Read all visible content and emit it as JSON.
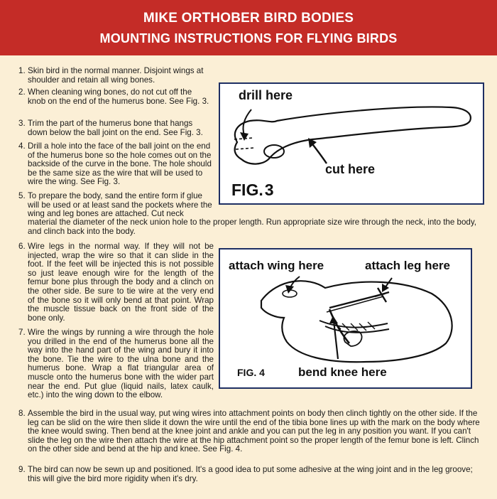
{
  "header": {
    "title": "MIKE ORTHOBER BIRD BODIES",
    "subtitle": "MOUNTING INSTRUCTIONS FOR FLYING BIRDS"
  },
  "steps": [
    {
      "num": "1.",
      "text": "Skin bird in the normal manner. Disjoint wings at shoulder and retain all wing bones."
    },
    {
      "num": "2.",
      "text": "When cleaning wing bones, do not cut off the knob on the end of the humerus bone. See Fig. 3."
    },
    {
      "num": "3.",
      "text": "Trim the part of the humerus bone that hangs down below the ball joint on the end. See Fig. 3."
    },
    {
      "num": "4.",
      "text": "Drill a hole into the face of the ball joint on the end of the humerus bone so the hole comes out on the backside of the curve in the bone. The hole should be the same size as the wire that will be used to wire the wing. See Fig. 3."
    },
    {
      "num": "5.",
      "text_a": "To prepare the body, sand the entire form if glue will be used or at least sand the pockets where the wing and leg bones are attached. Cut neck",
      "text_b": "material the diameter of the neck union hole to the proper length. Run appropriate size wire through the neck, into the body, and clinch back into the body."
    },
    {
      "num": "6.",
      "text": "Wire legs in the normal way. If they will not be injected, wrap the wire so that it can slide in the foot. If the feet will be injected this is not possible so just leave enough wire for the length of the femur bone plus through the body and a clinch on the other side. Be sure to tie wire at the very end of the bone so it will only bend at that point. Wrap the muscle tissue back on the front side of the bone only."
    },
    {
      "num": "7.",
      "text": "Wire the wings by running a wire through the hole you drilled in the end of the humerus bone all the way into the hand part of the wing and bury it into the bone. Tie the wire to the ulna bone and the humerus bone. Wrap a flat triangular area of muscle onto the humerus bone with the wider part near the end. Put glue (liquid nails, latex caulk, etc.) into the wing down to the elbow."
    },
    {
      "num": "8.",
      "text": "Assemble the bird in the usual way, put wing wires into attachment points on body then clinch tightly on the other side. If the leg can be slid on the wire then slide it down the wire until the end of the tibia bone lines up with the mark on the body where the knee would swing. Then bend at the knee joint and ankle and you can put the leg in any position you want. If you can't slide the leg on the wire then attach the wire at the hip attachment point so the proper length of the femur bone is left. Clinch on the other side and bend at the hip and knee. See Fig. 4."
    },
    {
      "num": "9.",
      "text": "The bird can now be sewn up and positioned. It's a good idea to put some adhesive at the wing joint and in the leg groove; this will give the bird more rigidity when it's dry."
    }
  ],
  "fig3": {
    "label_drill": "drill here",
    "label_cut": "cut here",
    "caption_a": "FIG.",
    "caption_b": "3"
  },
  "fig4": {
    "label_wing": "attach wing here",
    "label_leg": "attach leg here",
    "label_knee": "bend knee here",
    "caption": "FIG. 4"
  },
  "colors": {
    "header_bg": "#c42c27",
    "page_bg": "#fbefd6",
    "figure_border": "#1e2f63"
  }
}
